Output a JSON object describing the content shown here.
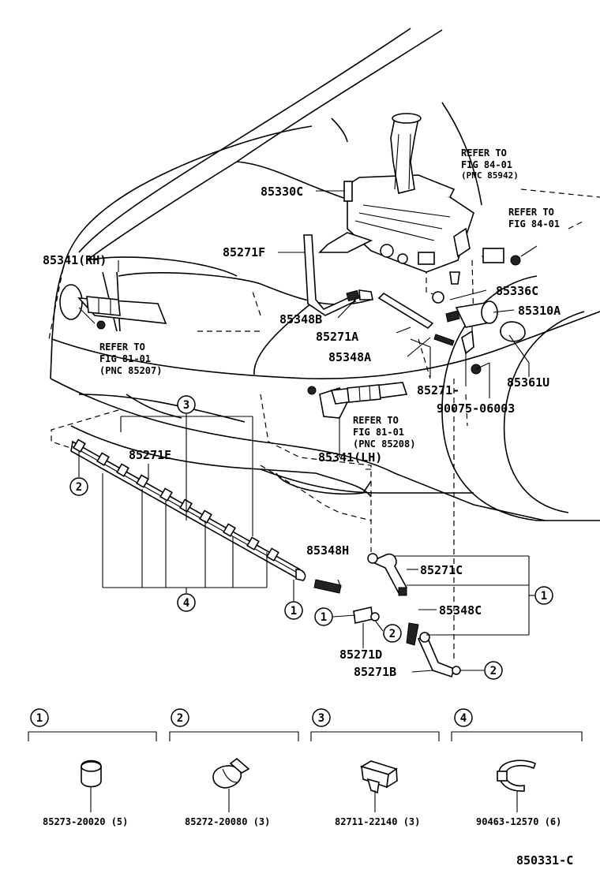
{
  "callouts": {
    "c85330C": "85330C",
    "c85271F": "85271F",
    "c85341RH": "85341(RH)",
    "c85348B": "85348B",
    "c85271A": "85271A",
    "c85348A": "85348A",
    "c85336C": "85336C",
    "c85310A": "85310A",
    "c85361U": "85361U",
    "c85271": "85271-",
    "c90075": "90075-06003",
    "c85341LH": "85341(LH)",
    "c85271E": "85271E",
    "c85348H": "85348H",
    "c85271C": "85271C",
    "c85348C": "85348C",
    "c85271D": "85271D",
    "c85271B": "85271B"
  },
  "refs": {
    "r1_l1": "REFER TO",
    "r1_l2": "FIG 84-01",
    "r1_l3": "(PNC 85942)",
    "r2_l1": "REFER TO",
    "r2_l2": "FIG 84-01",
    "r3_l1": "REFER TO",
    "r3_l2": "FIG 81-01",
    "r3_l3": "(PNC 85207)",
    "r4_l1": "REFER TO",
    "r4_l2": "FIG 81-01",
    "r4_l3": "(PNC 85208)"
  },
  "markers": {
    "m1": "1",
    "m2": "2",
    "m3": "3",
    "m4": "4"
  },
  "legend": [
    {
      "key": "1",
      "part": "85273-20020 (5)"
    },
    {
      "key": "2",
      "part": "85272-20080 (3)"
    },
    {
      "key": "3",
      "part": "82711-22140 (3)"
    },
    {
      "key": "4",
      "part": "90463-12570 (6)"
    }
  ],
  "figure_code": "850331-C",
  "icons": [
    "pipe-sleeve-icon",
    "hose-clamp-icon",
    "hose-clip-icon",
    "band-clamp-icon"
  ]
}
